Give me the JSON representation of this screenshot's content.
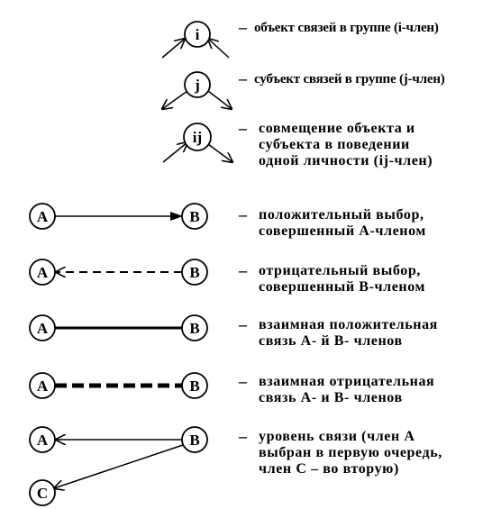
{
  "nodes": {
    "i": "i",
    "j": "j",
    "ij": "ij",
    "a": "A",
    "b": "B",
    "c": "C"
  },
  "dash": "–",
  "legend": [
    {
      "key": "object",
      "text": "объект связей в группе (i-член)"
    },
    {
      "key": "subject",
      "text": "субъект связей в группе (j-член)"
    },
    {
      "key": "combined",
      "text": "совмещение объекта и\nсубъекта в поведении\nодной личности (ij-член)"
    },
    {
      "key": "positive_choice",
      "text": "положительный выбор,\nсовершенный А-членом"
    },
    {
      "key": "negative_choice",
      "text": "отрицательный выбор,\nсовершенный В-членом"
    },
    {
      "key": "mutual_positive",
      "text": "взаимная положительная\nсвязь А- й В- членов"
    },
    {
      "key": "mutual_negative",
      "text": "взаимная отрицательная\nсвязь А- и В- членов"
    },
    {
      "key": "link_level",
      "text": "уровень связи (член А\nвыбран в первую очередь,\nчлен С – во вторую)"
    }
  ]
}
